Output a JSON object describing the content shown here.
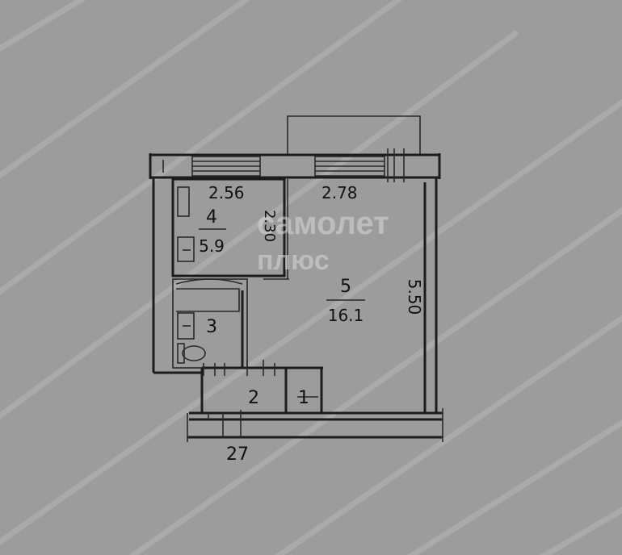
{
  "plan": {
    "dimensions": {
      "kitchen_width": "2.56",
      "kitchen_depth": "2.30",
      "room_width": "2.78",
      "room_length": "5.50",
      "bottom": "27"
    },
    "rooms": [
      {
        "number": "4",
        "area": "5.9"
      },
      {
        "number": "3",
        "area": ""
      },
      {
        "number": "5",
        "area": "16.1"
      },
      {
        "number": "2",
        "area": ""
      },
      {
        "number": "1",
        "area": ""
      }
    ],
    "watermark": {
      "line1": "самолет",
      "line2": "плюс"
    },
    "colors": {
      "paper": "#9c9c9a",
      "ink": "#1c1c1c"
    }
  }
}
